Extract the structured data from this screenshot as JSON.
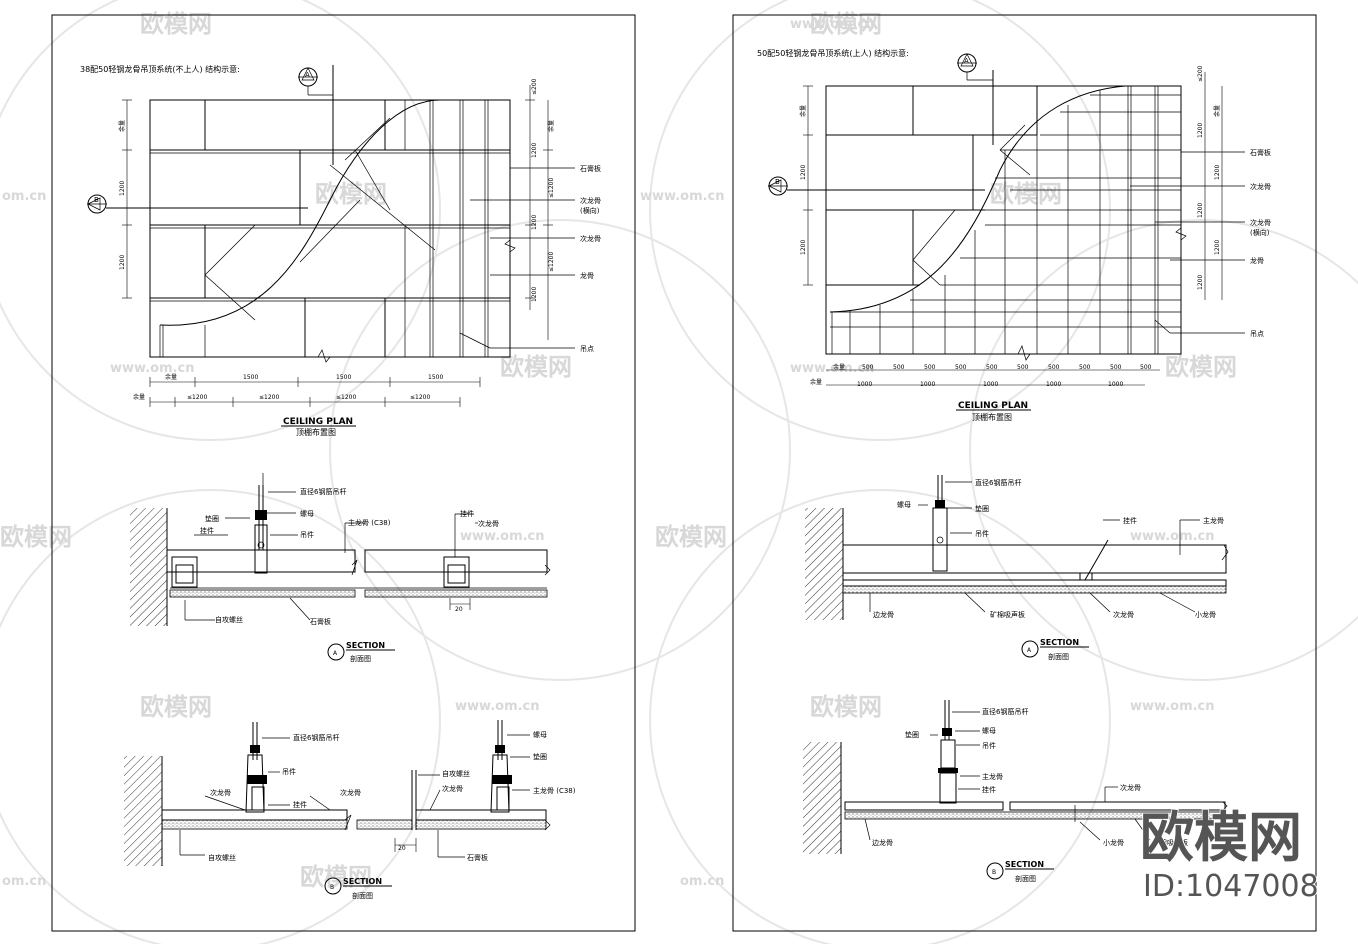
{
  "sheet_left": {
    "title": "38配50轻钢龙骨吊顶系统(不上人) 结构示意:",
    "plan_title_en": "CEILING PLAN",
    "plan_title_cn": "顶棚布置图",
    "callout_a": "A",
    "callout_b": "B",
    "plan_labels": [
      "石膏板",
      "次龙骨",
      "(横向)",
      "次龙骨",
      "龙骨",
      "吊点"
    ],
    "vdims_left": [
      "余量",
      "1200",
      "1200"
    ],
    "vdims_right": [
      "≤200",
      "余量",
      "1200",
      "≤1200",
      "1200",
      "≤1200",
      "1200"
    ],
    "hdims_row1": [
      "余量",
      "1500",
      "1500",
      "1500"
    ],
    "hdims_row2": [
      "余量",
      "≤1200",
      "≤1200",
      "≤1200",
      "≤1200"
    ],
    "section_a": {
      "labels": [
        "直径6钢筋吊杆",
        "螺母",
        "垫圈",
        "挂件",
        "吊件",
        "主龙骨 (C38)",
        "挂件",
        "次龙骨",
        "自攻螺丝",
        "石膏板",
        "20"
      ],
      "title_en": "SECTION",
      "title_cn": "剖面图",
      "marker": "A"
    },
    "section_b": {
      "labels": [
        "直径6钢筋吊杆",
        "吊件",
        "次龙骨",
        "挂件",
        "次龙骨",
        "自攻螺丝",
        "次龙骨",
        "螺母",
        "垫圈",
        "主龙骨 (C38)",
        "自攻螺丝",
        "石膏板",
        "20"
      ],
      "title_en": "SECTION",
      "title_cn": "剖面图",
      "marker": "B"
    }
  },
  "sheet_right": {
    "title": "50配50轻钢龙骨吊顶系统(上人) 结构示意:",
    "plan_title_en": "CEILING PLAN",
    "plan_title_cn": "顶棚布置图",
    "callout_a": "A",
    "callout_b": "B",
    "plan_labels": [
      "石膏板",
      "次龙骨",
      "次龙骨",
      "(横向)",
      "龙骨",
      "吊点"
    ],
    "vdims_left": [
      "余量",
      "1200",
      "1200"
    ],
    "vdims_right": [
      "≤200",
      "余量",
      "1200",
      "1200",
      "1200",
      "1200",
      "1200"
    ],
    "hdims_row1": [
      "余量",
      "500",
      "500",
      "500",
      "500",
      "500",
      "500",
      "500",
      "500",
      "500",
      "500"
    ],
    "hdims_row2": [
      "余量",
      "1000",
      "1000",
      "1000",
      "1000",
      "1000"
    ],
    "section_a": {
      "labels": [
        "直径6钢筋吊杆",
        "螺母",
        "垫圈",
        "吊件",
        "挂件",
        "主龙骨",
        "边龙骨",
        "矿棉吸声板",
        "次龙骨",
        "小龙骨"
      ],
      "title_en": "SECTION",
      "title_cn": "剖面图",
      "marker": "A"
    },
    "section_b": {
      "labels": [
        "直径6钢筋吊杆",
        "螺母",
        "垫圈",
        "吊件",
        "主龙骨",
        "挂件",
        "次龙骨",
        "边龙骨",
        "小龙骨",
        "矿棉吸声板"
      ],
      "title_en": "SECTION",
      "title_cn": "剖面图",
      "marker": "B"
    }
  },
  "watermark": {
    "brand": "欧模网",
    "site": "www.om.cn",
    "site_short": "om.cn",
    "id": "ID:1047008"
  }
}
